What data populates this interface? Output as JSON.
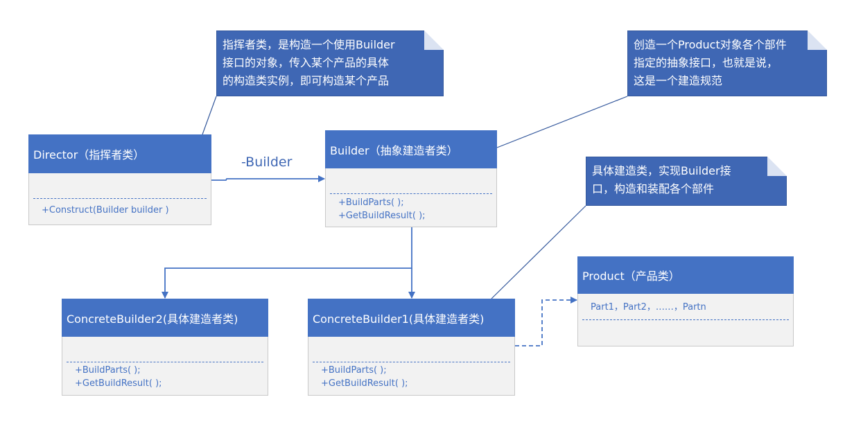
{
  "diagram": {
    "type": "UML class diagram",
    "pattern": "Builder"
  },
  "colors": {
    "header_fill": "#4472c4",
    "body_fill": "#f2f2f2",
    "note_fill": "#3f67b4",
    "line_color": "#4472c4",
    "text_on_header": "#ffffff"
  },
  "classes": {
    "director": {
      "title": "Director（指挥者类）",
      "operations": [
        "+Construct(Builder builder )"
      ]
    },
    "builder": {
      "title": "Builder（抽象建造者类）",
      "operations": [
        "+BuildParts( );",
        "+GetBuildResult( );"
      ]
    },
    "concrete_builder2": {
      "title": "ConcreteBuilder2(具体建造者类)",
      "operations": [
        "+BuildParts( );",
        "+GetBuildResult( );"
      ]
    },
    "concrete_builder1": {
      "title": "ConcreteBuilder1(具体建造者类)",
      "operations": [
        "+BuildParts( );",
        "+GetBuildResult( );"
      ]
    },
    "product": {
      "title": "Product（产品类）",
      "attributes": [
        "Part1，Part2，……，Partn"
      ]
    }
  },
  "notes": {
    "director_note": {
      "lines": [
        "指挥者类，是构造一个使用Builder",
        "接口的对象，传入某个产品的具体",
        "的构造类实例，即可构造某个产品"
      ]
    },
    "builder_note": {
      "lines": [
        "创造一个Product对象各个部件",
        "指定的抽象接口，也就是说，",
        "这是一个建造规范"
      ]
    },
    "concrete_note": {
      "lines": [
        "具体建造类，实现Builder接",
        "口，构造和装配各个部件"
      ]
    }
  },
  "relations": {
    "director_to_builder": {
      "kind": "association",
      "label": "-Builder"
    },
    "builder_to_concrete1": {
      "kind": "inheritance"
    },
    "builder_to_concrete2": {
      "kind": "inheritance"
    },
    "concrete1_to_product": {
      "kind": "dependency"
    }
  }
}
